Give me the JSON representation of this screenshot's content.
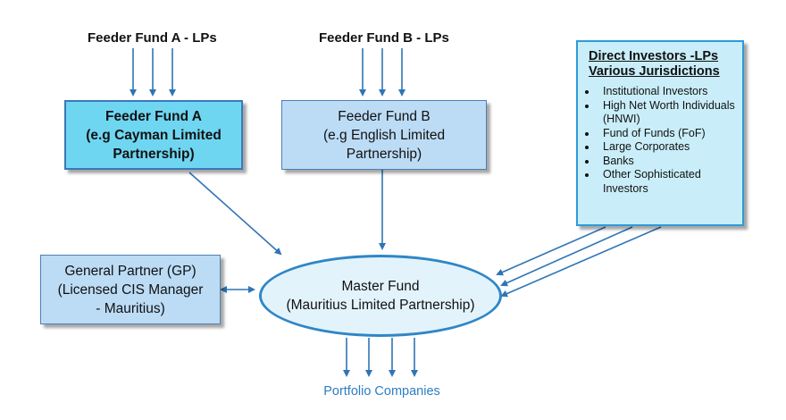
{
  "feeder_a_lps": "Feeder Fund A - LPs",
  "feeder_b_lps": "Feeder Fund B - LPs",
  "feeder_a": {
    "line1": "Feeder Fund A",
    "line2": "(e.g Cayman Limited",
    "line3": "Partnership)"
  },
  "feeder_b": {
    "line1": "Feeder Fund B",
    "line2": "(e.g English Limited",
    "line3": "Partnership)"
  },
  "direct": {
    "title1": "Direct Investors -LPs",
    "title2": "Various Jurisdictions",
    "items": [
      "Institutional Investors",
      "High Net Worth Individuals (HNWI)",
      "Fund of Funds (FoF)",
      "Large Corporates",
      "Banks",
      "Other Sophisticated Investors"
    ]
  },
  "gp": {
    "line1": "General Partner (GP)",
    "line2": "(Licensed CIS Manager",
    "line3": "- Mauritius)"
  },
  "master": {
    "line1": "Master Fund",
    "line2": "(Mauritius Limited Partnership)"
  },
  "portfolio": "Portfolio Companies",
  "colors": {
    "arrow": "#2f75b5",
    "feeder_a_fill": "#6fd6f2",
    "box_fill": "#bcdcf6",
    "direct_fill": "#c9eef9",
    "master_fill": "#e3f3fc",
    "portfolio_text": "#2c7fc3"
  }
}
